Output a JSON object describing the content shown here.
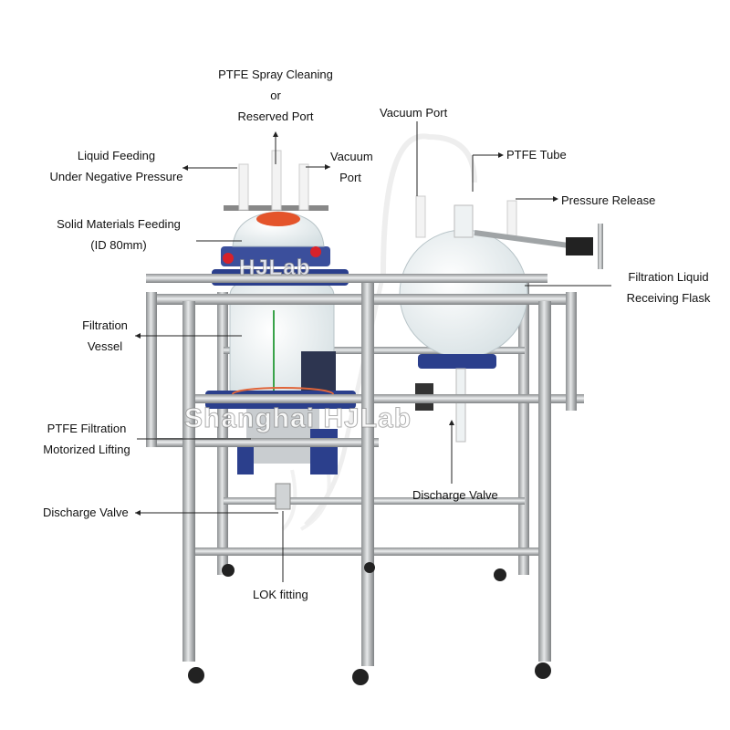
{
  "labels": {
    "spray": {
      "line1": "PTFE Spray Cleaning",
      "line2": "or",
      "line3": "Reserved Port"
    },
    "vacuum_top": "Vacuum Port",
    "ptfe_tube": "PTFE Tube",
    "pressure_release": "Pressure Release",
    "liquid_feeding": {
      "line1": "Liquid Feeding",
      "line2": "Under Negative Pressure"
    },
    "vacuum_left": {
      "line1": "Vacuum",
      "line2": "Port"
    },
    "solid_feeding": {
      "line1": "Solid Materials Feeding",
      "line2": "(ID 80mm)"
    },
    "receiving_flask": {
      "line1": "Filtration Liquid",
      "line2": "Receiving Flask"
    },
    "filtration_vessel": {
      "line1": "Filtration",
      "line2": "Vessel"
    },
    "ptfe_filtration": {
      "line1": "PTFE Filtration",
      "line2": "Motorized Lifting"
    },
    "discharge_right": "Discharge Valve",
    "discharge_left": "Discharge Valve",
    "lok_fitting": "LOK fitting"
  },
  "watermarks": {
    "small": "HJLab",
    "large": "Shanghai HJLab"
  },
  "colors": {
    "flange_blue": "#2b3f8c",
    "steel": "#a9acae",
    "knob_red": "#d8222a",
    "glass": "#e8f0f2"
  }
}
